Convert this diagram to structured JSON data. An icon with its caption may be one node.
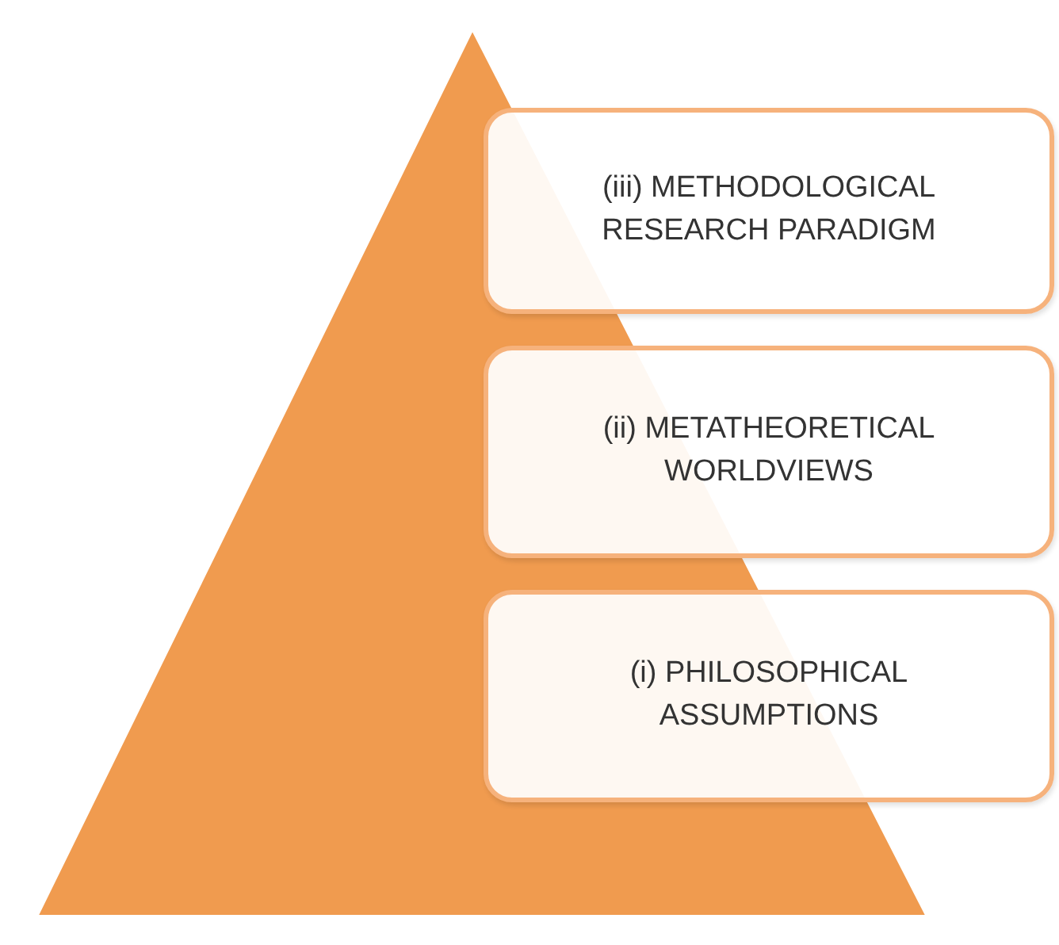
{
  "diagram": {
    "nodes": [
      {
        "text": [],
        "shape": "triangle"
      },
      {
        "text": [
          "(iii) METHODOLOGICAL RESEARCH PARADIGM"
        ]
      },
      {
        "text": [
          "(ii) METATHEORETICAL WORLDVIEWS"
        ]
      },
      {
        "text": [
          "(i) PHILOSOPHICAL ASSUMPTIONS"
        ]
      }
    ]
  }
}
